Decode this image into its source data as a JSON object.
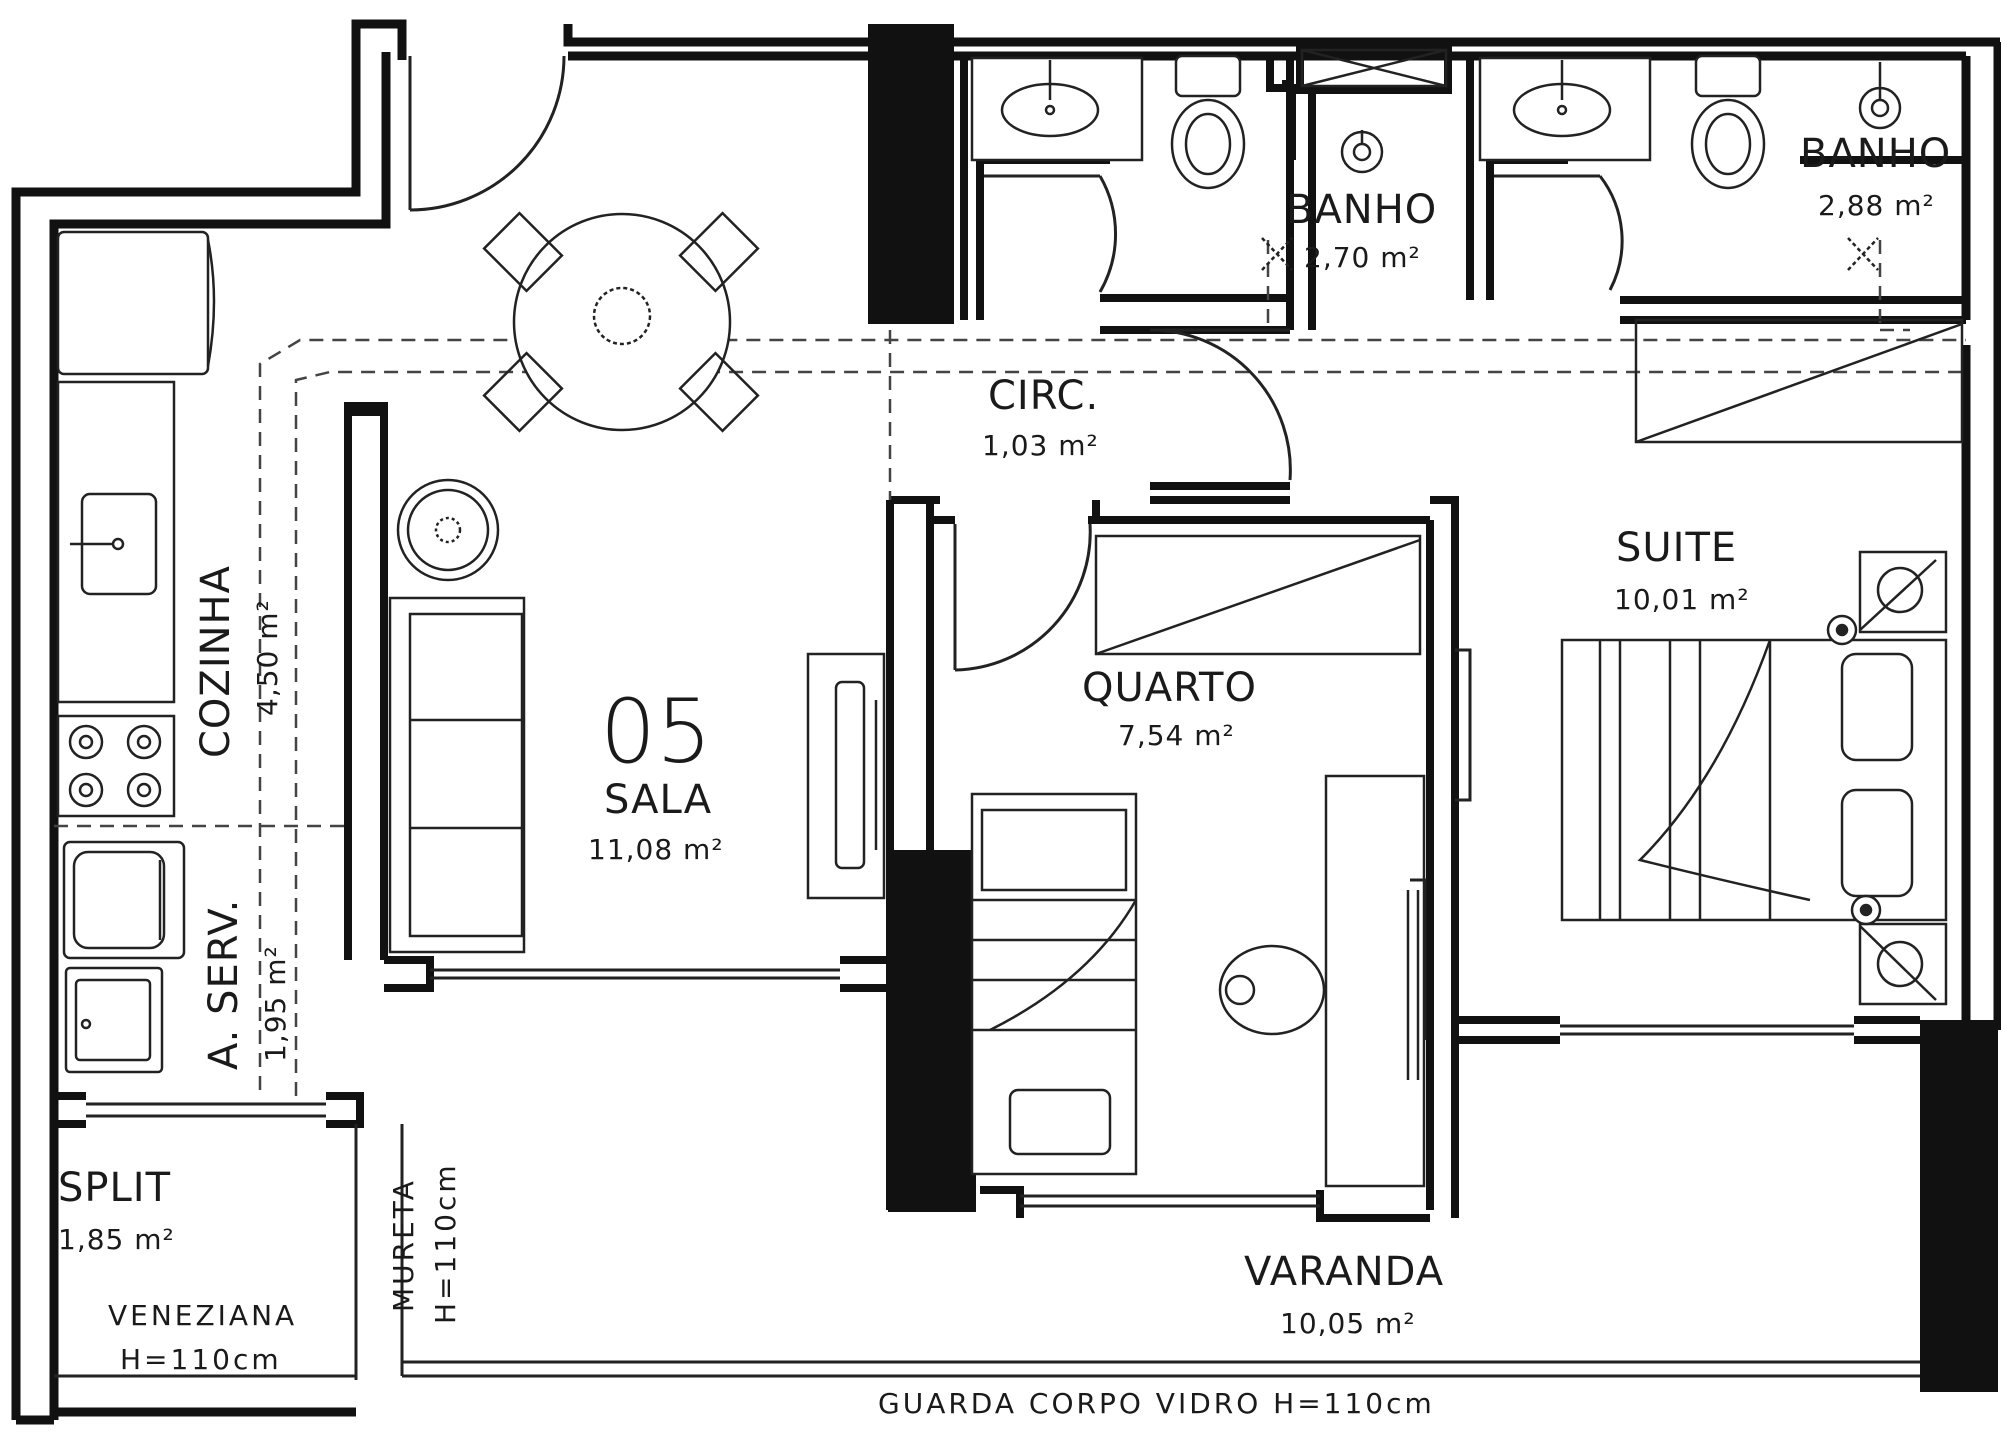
{
  "unit": {
    "number": "05"
  },
  "rooms": {
    "sala": {
      "name": "SALA",
      "area": "11,08 m²"
    },
    "cozinha": {
      "name": "COZINHA",
      "area": "4,50 m²"
    },
    "aserv": {
      "name": "A. SERV.",
      "area": "1,95 m²"
    },
    "split": {
      "name": "SPLIT",
      "area": "1,85 m²"
    },
    "circ": {
      "name": "CIRC.",
      "area": "1,03 m²"
    },
    "banho1": {
      "name": "BANHO",
      "area": "2,70 m²"
    },
    "banho2": {
      "name": "BANHO",
      "area": "2,88 m²"
    },
    "quarto": {
      "name": "QUARTO",
      "area": "7,54 m²"
    },
    "suite": {
      "name": "SUITE",
      "area": "10,01 m²"
    },
    "varanda": {
      "name": "VARANDA",
      "area": "10,05 m²"
    }
  },
  "notes": {
    "veneziana_line1": "VENEZIANA",
    "veneziana_line2": "H=110cm",
    "mureta_line1": "MURETA",
    "mureta_line2": "H=110cm",
    "guarda_corpo": "GUARDA CORPO VIDRO H=110cm"
  },
  "colors": {
    "wall": "#111111",
    "line": "#222222",
    "background": "#ffffff"
  }
}
